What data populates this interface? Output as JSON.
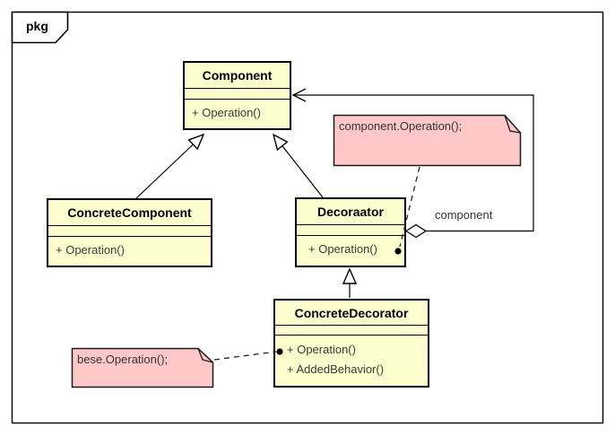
{
  "frame": {
    "label": "pkg"
  },
  "classes": [
    {
      "name": "Component",
      "methods": [
        "+ Operation()"
      ]
    },
    {
      "name": "ConcreteComponent",
      "methods": [
        "+ Operation()"
      ]
    },
    {
      "name": "Decoraator",
      "methods": [
        "+ Operation()"
      ]
    },
    {
      "name": "ConcreteDecorator",
      "methods": [
        "+ Operation()",
        "+ AddedBehavior()"
      ]
    }
  ],
  "notes": [
    {
      "text": "component.Operation();"
    },
    {
      "text": "bese.Operation();"
    }
  ],
  "edge_labels": {
    "aggregation": "component"
  },
  "colors": {
    "class_fill": "#FDFDCE",
    "note_fill": "#FFC8C8",
    "border": "#000000",
    "method_text": "#3B3B3B"
  }
}
